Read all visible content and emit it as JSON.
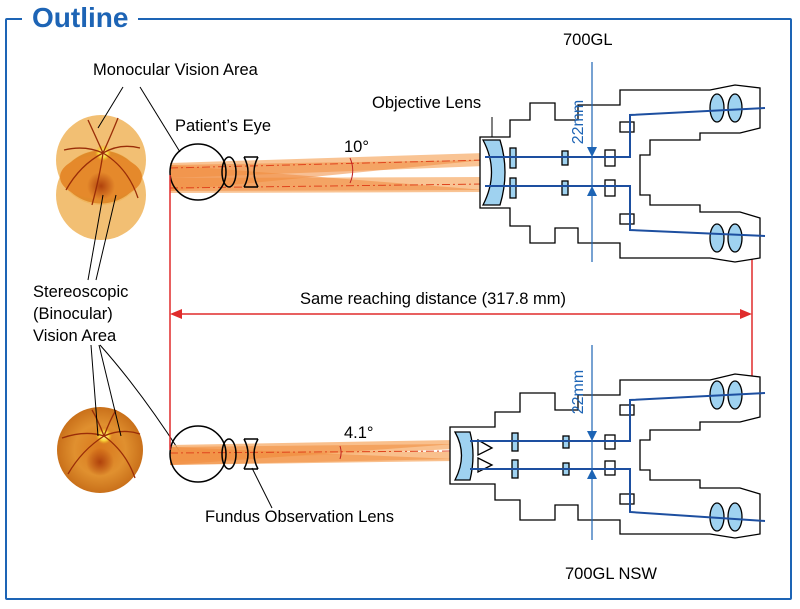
{
  "title": "Outline",
  "labels": {
    "model_top": "700GL",
    "model_bottom": "700GL NSW",
    "monocular": "Monocular Vision Area",
    "patients_eye": "Patient’s Eye",
    "objective_lens": "Objective Lens",
    "stereo_1": "Stereoscopic",
    "stereo_2": "(Binocular)",
    "stereo_3": "Vision Area",
    "angle_top": "10°",
    "angle_bottom": "4.1°",
    "reach": "Same reaching distance (317.8 mm)",
    "fundus_lens": "Fundus Observation Lens",
    "base_top": "22mm",
    "base_bottom": "22mm"
  },
  "colors": {
    "frame": "#1d64b5",
    "beam": "#f08a3c",
    "red_line": "#e02b2b",
    "optical_axis": "#1d4fa0",
    "lens_fill": "#9fd2f0"
  }
}
